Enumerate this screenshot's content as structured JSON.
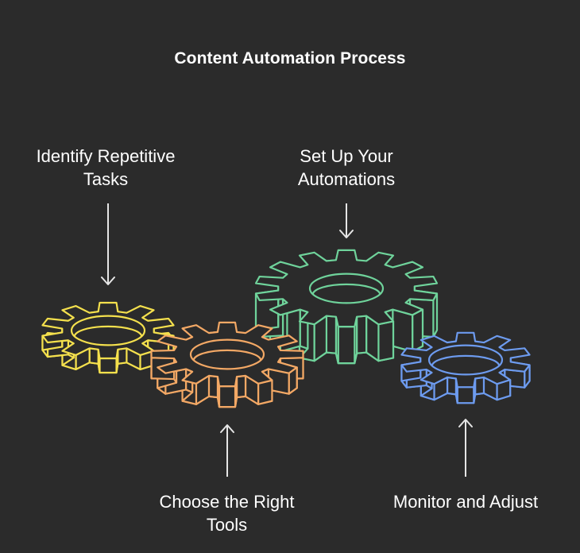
{
  "title": "Content Automation Process",
  "steps": [
    {
      "lines": [
        "Identify Repetitive",
        "Tasks"
      ],
      "color": "#f4e04d",
      "arrow": "down"
    },
    {
      "lines": [
        "Choose the Right",
        "Tools"
      ],
      "color": "#f3a865",
      "arrow": "up"
    },
    {
      "lines": [
        "Set Up Your",
        "Automations"
      ],
      "color": "#6fd39b",
      "arrow": "down"
    },
    {
      "lines": [
        "Monitor and Adjust"
      ],
      "color": "#6d9bef",
      "arrow": "up"
    }
  ],
  "colors": {
    "background": "#2b2b2b",
    "text": "#ffffff",
    "arrow": "#e6e6e6"
  }
}
